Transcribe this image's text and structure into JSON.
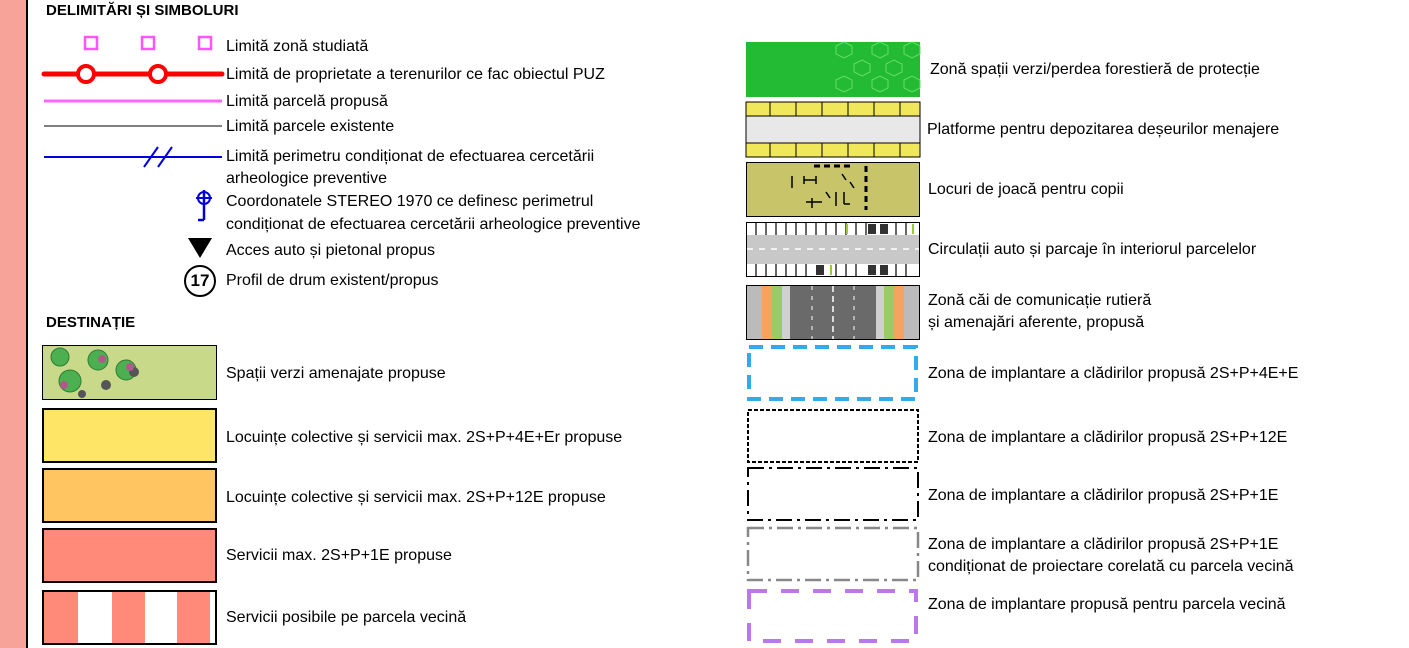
{
  "headings": {
    "delimitari": "DELIMITĂRI ȘI SIMBOLURI",
    "destinatie": "DESTINAȚIE"
  },
  "symbols": {
    "zona_studiata": "Limită zonă studiată",
    "proprietate": "Limită de proprietate a terenurilor ce fac obiectul PUZ",
    "parcela_propusa": "Limită parcelă propusă",
    "parcele_existente": "Limită parcele existente",
    "perimetru_1": "Limită perimetru condiționat de efectuarea cercetării",
    "perimetru_2": "arheologice preventive",
    "stereo_1": "Coordonatele STEREO 1970 ce definesc perimetrul",
    "stereo_2": "condiționat de efectuarea cercetării arheologice preventive",
    "acces": "Acces auto și pietonal propus",
    "profil": "Profil de drum existent/propus",
    "profil_number": "17"
  },
  "destinatie": {
    "spatii_verzi": "Spații verzi amenajate propuse",
    "locuinte_4e": "Locuințe colective și servicii max. 2S+P+4E+Er propuse",
    "locuinte_12e": "Locuințe colective și servicii max. 2S+P+12E propuse",
    "servicii_1e": "Servicii max. 2S+P+1E propuse",
    "servicii_vecina": "Servicii posibile pe parcela vecină"
  },
  "right": {
    "forestiera": "Zonă spații verzi/perdea forestieră de protecție",
    "deseuri": "Platforme pentru depozitarea deșeurilor menajere",
    "joaca": "Locuri de joacă pentru copii",
    "circulatii": "Circulații auto și parcaje în interiorul parcelelor",
    "cai_1": "Zonă căi de comunicație rutieră",
    "cai_2": "și amenajări aferente, propusă",
    "impl_4e": "Zona de implantare a clădirilor propusă 2S+P+4E+E",
    "impl_12e": "Zona de implantare a clădirilor propusă 2S+P+12E",
    "impl_1e": "Zona de implantare a clădirilor propusă 2S+P+1E",
    "impl_1e_cond_1": "Zona de implantare a clădirilor propusă 2S+P+1E",
    "impl_1e_cond_2": "condiționat de proiectare corelată cu parcela vecină",
    "impl_vecina": "Zona de implantare propusă pentru parcela vecină"
  },
  "colors": {
    "stripe": "#f8a39a",
    "red_line": "#ff0000",
    "magenta": "#ff66ff",
    "blue": "#0000dd",
    "green_light": "#c8d98a",
    "yellow": "#ffe566",
    "orange": "#ffc560",
    "salmon": "#ff8a7a",
    "forest_green": "#22bb33",
    "olive": "#c8c46a",
    "cyan_dash": "#33aaee",
    "purple_dash": "#bb77ee"
  }
}
